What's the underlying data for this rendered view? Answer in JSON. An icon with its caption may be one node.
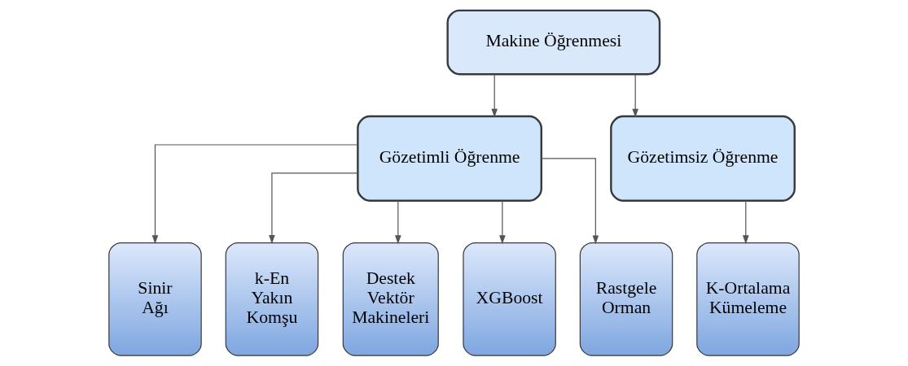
{
  "diagram": {
    "nodes": [
      {
        "text": [
          "Makine Öğrenmesi"
        ]
      },
      {
        "text": [
          "Gözetimli Öğrenme"
        ]
      },
      {
        "text": [
          "Gözetimsiz Öğrenme"
        ]
      },
      {
        "text": [
          "Sinir Ağı"
        ]
      },
      {
        "text": [
          "k-En Yakın Komşu"
        ]
      },
      {
        "text": [
          "Destek Vektör Makineleri"
        ]
      },
      {
        "text": [
          "XGBoost"
        ]
      },
      {
        "text": [
          "Rastgele Orman"
        ]
      },
      {
        "text": [
          "K-Ortalama Kümeleme"
        ]
      }
    ],
    "edges": [
      {
        "from": 0,
        "to": 1,
        "arrow": "to"
      },
      {
        "from": 0,
        "to": 2,
        "arrow": "to"
      },
      {
        "from": 1,
        "to": 3,
        "arrow": "to"
      },
      {
        "from": 1,
        "to": 4,
        "arrow": "to"
      },
      {
        "from": 1,
        "to": 5,
        "arrow": "to"
      },
      {
        "from": 1,
        "to": 6,
        "arrow": "to"
      },
      {
        "from": 1,
        "to": 7,
        "arrow": "to"
      },
      {
        "from": 2,
        "to": 8,
        "arrow": "to"
      }
    ]
  }
}
